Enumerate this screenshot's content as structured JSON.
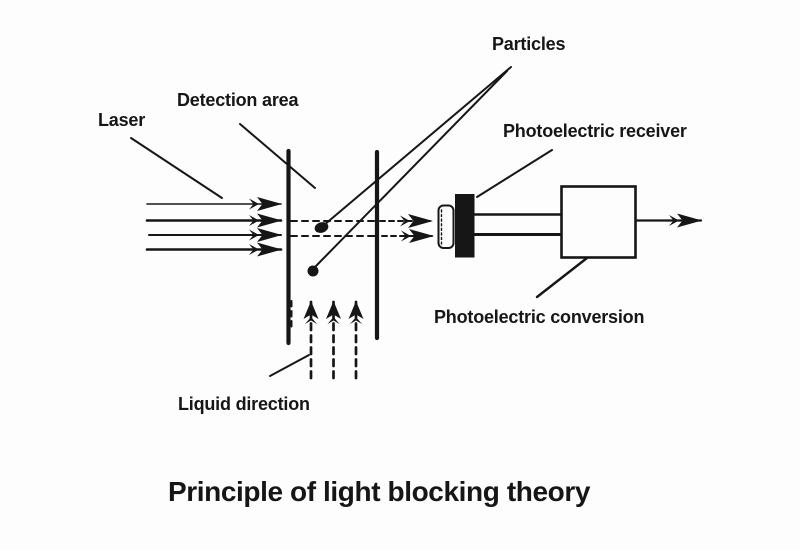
{
  "figure": {
    "title": "Principle of light blocking theory",
    "labels": {
      "laser": "Laser",
      "detection_area": "Detection area",
      "particles": "Particles",
      "photoelectric_receiver": "Photoelectric receiver",
      "photoelectric_conversion": "Photoelectric conversion",
      "liquid_direction": "Liquid direction"
    },
    "colors": {
      "ink": "#161616",
      "background": "#fdfdfd"
    },
    "icons": {
      "beam_arrow": "right-arrow-notched",
      "exit_beam_arrow": "right-dashed-arrow",
      "flow_arrow": "up-dashed-arrow",
      "output_arrow": "right-arrow-notched"
    }
  }
}
